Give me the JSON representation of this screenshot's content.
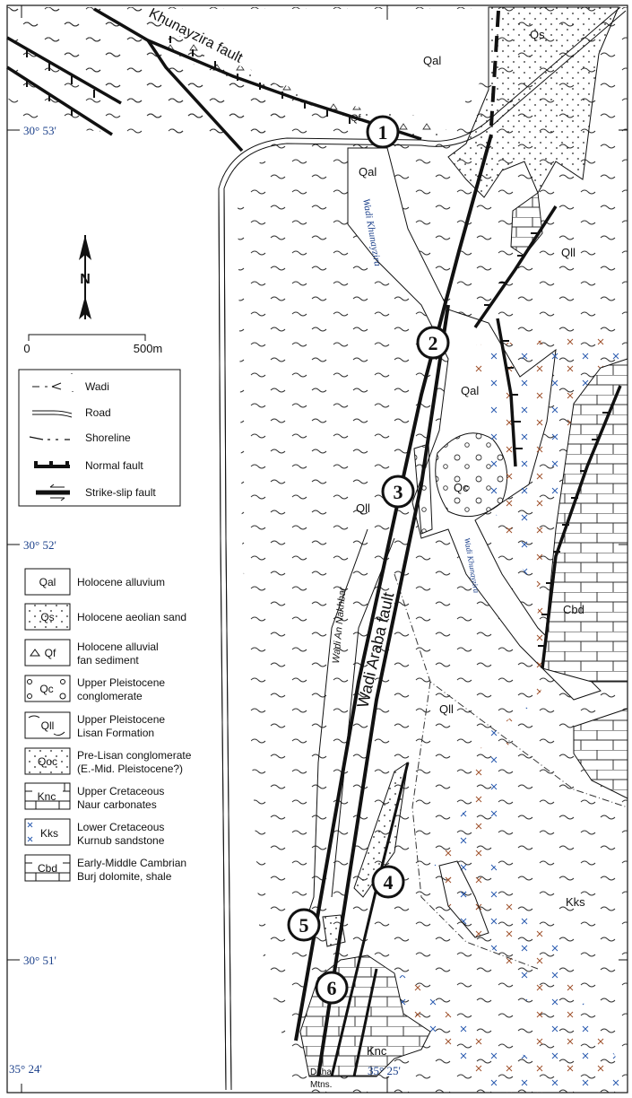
{
  "coordinates": {
    "lat_53": "30° 53'",
    "lat_52": "30° 52'",
    "lat_51": "30° 51'",
    "lon_24": "35° 24'",
    "lon_25": "35° 25'"
  },
  "north_arrow": {
    "label": "N"
  },
  "scale": {
    "start": "0",
    "end": "500m"
  },
  "symbol_legend": [
    {
      "symbol": "wadi",
      "label": "Wadi"
    },
    {
      "symbol": "road",
      "label": "Road"
    },
    {
      "symbol": "shoreline",
      "label": "Shoreline"
    },
    {
      "symbol": "normal-fault",
      "label": "Normal fault"
    },
    {
      "symbol": "strike-slip-fault",
      "label": "Strike-slip fault"
    }
  ],
  "unit_legend": [
    {
      "code": "Qal",
      "line1": "Holocene alluvium",
      "line2": ""
    },
    {
      "code": "Qs",
      "line1": "Holocene aeolian sand",
      "line2": ""
    },
    {
      "code": "Qf",
      "line1": "Holocene alluvial",
      "line2": "fan sediment"
    },
    {
      "code": "Qc",
      "line1": "Upper Pleistocene",
      "line2": "conglomerate"
    },
    {
      "code": "Qll",
      "line1": "Upper Pleistocene",
      "line2": "Lisan Formation"
    },
    {
      "code": "Qoc",
      "line1": "Pre-Lisan conglomerate",
      "line2": "(E.-Mid. Pleistocene?)"
    },
    {
      "code": "Knc",
      "line1": "Upper Cretaceous",
      "line2": "Naur carbonates"
    },
    {
      "code": "Kks",
      "line1": "Lower Cretaceous",
      "line2": "Kurnub sandstone"
    },
    {
      "code": "Cbd",
      "line1": "Early-Middle Cambrian",
      "line2": "Burj dolomite, shale"
    }
  ],
  "map_labels": {
    "khunayzira_fault": "Khunayzira fault",
    "wadi_araba_fault": "Wadi Araba fault",
    "wadi_khunayzira": "Wadi Khunayzira",
    "wadi_khunayzira_lower": "Wadi Khunayzira",
    "wadi_an_nakhbar": "Wadi An Nakhbar",
    "dahal_1": "Dahal",
    "dahal_2": "Mtns.",
    "qal_1": "Qal",
    "qs": "Qs",
    "qf": "Qf",
    "qal_2": "Qal",
    "qal_3": "Qal",
    "qll_1": "Qll",
    "qll_2": "Qll",
    "qll_3": "Qll",
    "qc": "Qc",
    "cbd": "Cbd",
    "kks": "Kks",
    "knc": "Knc"
  },
  "sites": [
    "1",
    "2",
    "3",
    "4",
    "5",
    "6"
  ],
  "colors": {
    "text_blue": "#1a3f8a",
    "line": "#111111",
    "kks_x_1": "#2a5bb0",
    "kks_x_2": "#a0522d",
    "kks_x_3": "#2e8b57"
  }
}
